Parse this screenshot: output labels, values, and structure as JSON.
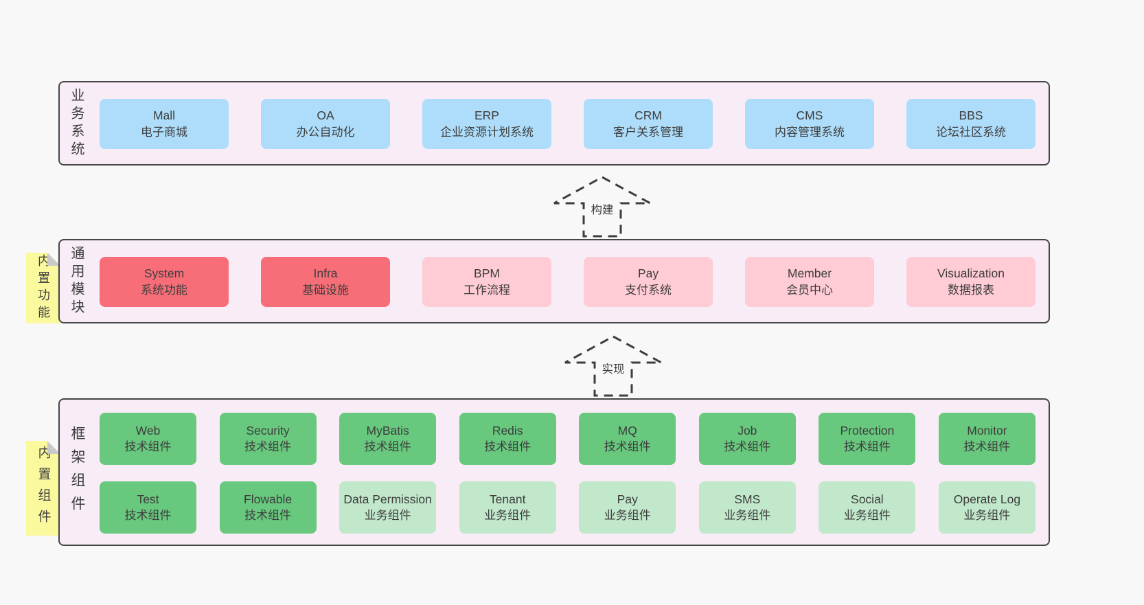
{
  "page": {
    "background": "#f8f8f8"
  },
  "colors": {
    "panel_bg": "#f8edf6",
    "panel_border": "#454545",
    "blue_box": "#aeddfb",
    "red_box": "#f76e78",
    "pink_box": "#ffccd5",
    "green_box": "#68c87e",
    "light_green_box": "#c1e8ca",
    "note_yellow": "#fbf99e",
    "note_fold_gray": "#c9c9c9",
    "text": "#3d3d3d",
    "arrow_stroke": "#3d3d3f"
  },
  "business": {
    "label": "业务系统",
    "boxes": [
      {
        "title": "Mall",
        "subtitle": "电子商城"
      },
      {
        "title": "OA",
        "subtitle": "办公自动化"
      },
      {
        "title": "ERP",
        "subtitle": "企业资源计划系统"
      },
      {
        "title": "CRM",
        "subtitle": "客户关系管理"
      },
      {
        "title": "CMS",
        "subtitle": "内容管理系统"
      },
      {
        "title": "BBS",
        "subtitle": "论坛社区系统"
      }
    ]
  },
  "arrows": {
    "build": "构建",
    "implement": "实现"
  },
  "modules": {
    "label": "通用模块",
    "note": "内置功能",
    "boxes": [
      {
        "title": "System",
        "subtitle": "系统功能"
      },
      {
        "title": "Infra",
        "subtitle": "基础设施"
      },
      {
        "title": "BPM",
        "subtitle": "工作流程"
      },
      {
        "title": "Pay",
        "subtitle": "支付系统"
      },
      {
        "title": "Member",
        "subtitle": "会员中心"
      },
      {
        "title": "Visualization",
        "subtitle": "数据报表"
      }
    ]
  },
  "components": {
    "label": "框架组件",
    "note": "内置组件",
    "row1": [
      {
        "title": "Web",
        "subtitle": "技术组件"
      },
      {
        "title": "Security",
        "subtitle": "技术组件"
      },
      {
        "title": "MyBatis",
        "subtitle": "技术组件"
      },
      {
        "title": "Redis",
        "subtitle": "技术组件"
      },
      {
        "title": "MQ",
        "subtitle": "技术组件"
      },
      {
        "title": "Job",
        "subtitle": "技术组件"
      },
      {
        "title": "Protection",
        "subtitle": "技术组件"
      },
      {
        "title": "Monitor",
        "subtitle": "技术组件"
      }
    ],
    "row2": [
      {
        "title": "Test",
        "subtitle": "技术组件"
      },
      {
        "title": "Flowable",
        "subtitle": "技术组件"
      },
      {
        "title": "Data Permission",
        "subtitle": "业务组件"
      },
      {
        "title": "Tenant",
        "subtitle": "业务组件"
      },
      {
        "title": "Pay",
        "subtitle": "业务组件"
      },
      {
        "title": "SMS",
        "subtitle": "业务组件"
      },
      {
        "title": "Social",
        "subtitle": "业务组件"
      },
      {
        "title": "Operate Log",
        "subtitle": "业务组件"
      }
    ]
  }
}
